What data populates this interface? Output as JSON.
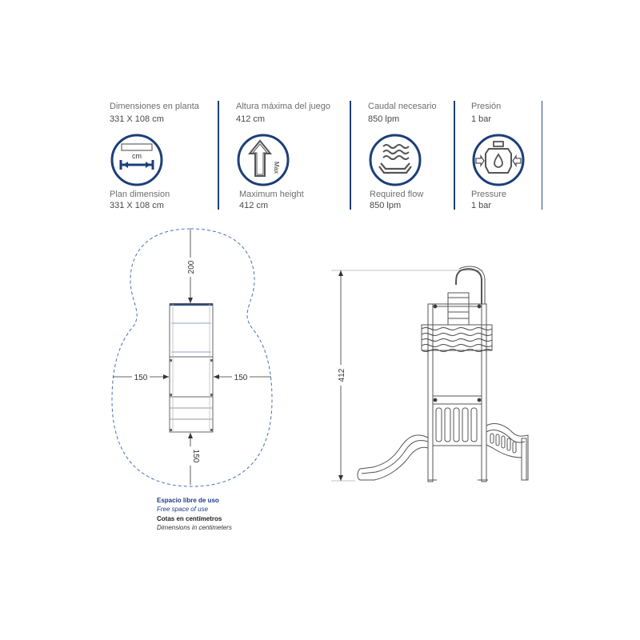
{
  "specs": [
    {
      "es_label": "Dimensiones en planta",
      "es_value": "331 X 108 cm",
      "en_label": "Plan dimension",
      "en_value": "331 X 108 cm",
      "icon": "plan-dimension-icon",
      "icon_text": "cm"
    },
    {
      "es_label": "Altura máxima del juego",
      "es_value": "412 cm",
      "en_label": "Maximum height",
      "en_value": "412 cm",
      "icon": "max-height-icon",
      "icon_text": "Max"
    },
    {
      "es_label": "Caudal necesario",
      "es_value": "850 lpm",
      "en_label": "Required flow",
      "en_value": "850 lpm",
      "icon": "water-flow-icon"
    },
    {
      "es_label": "Presión",
      "es_value": "1 bar",
      "en_label": "Pressure",
      "en_value": "1 bar",
      "icon": "pressure-icon"
    }
  ],
  "plan": {
    "dim_top": "200",
    "dim_left": "150",
    "dim_right": "150",
    "dim_bottom": "150"
  },
  "elevation": {
    "height": "412"
  },
  "legend": {
    "free_space_es": "Espacio libre de uso",
    "free_space_en": "Free space of use",
    "dimensions_es": "Cotas en centímetros",
    "dimensions_en": "Dimensions in centimeters"
  },
  "colors": {
    "accent": "#1c3f7a",
    "line": "#555555",
    "dashed": "#4a6fb5"
  }
}
